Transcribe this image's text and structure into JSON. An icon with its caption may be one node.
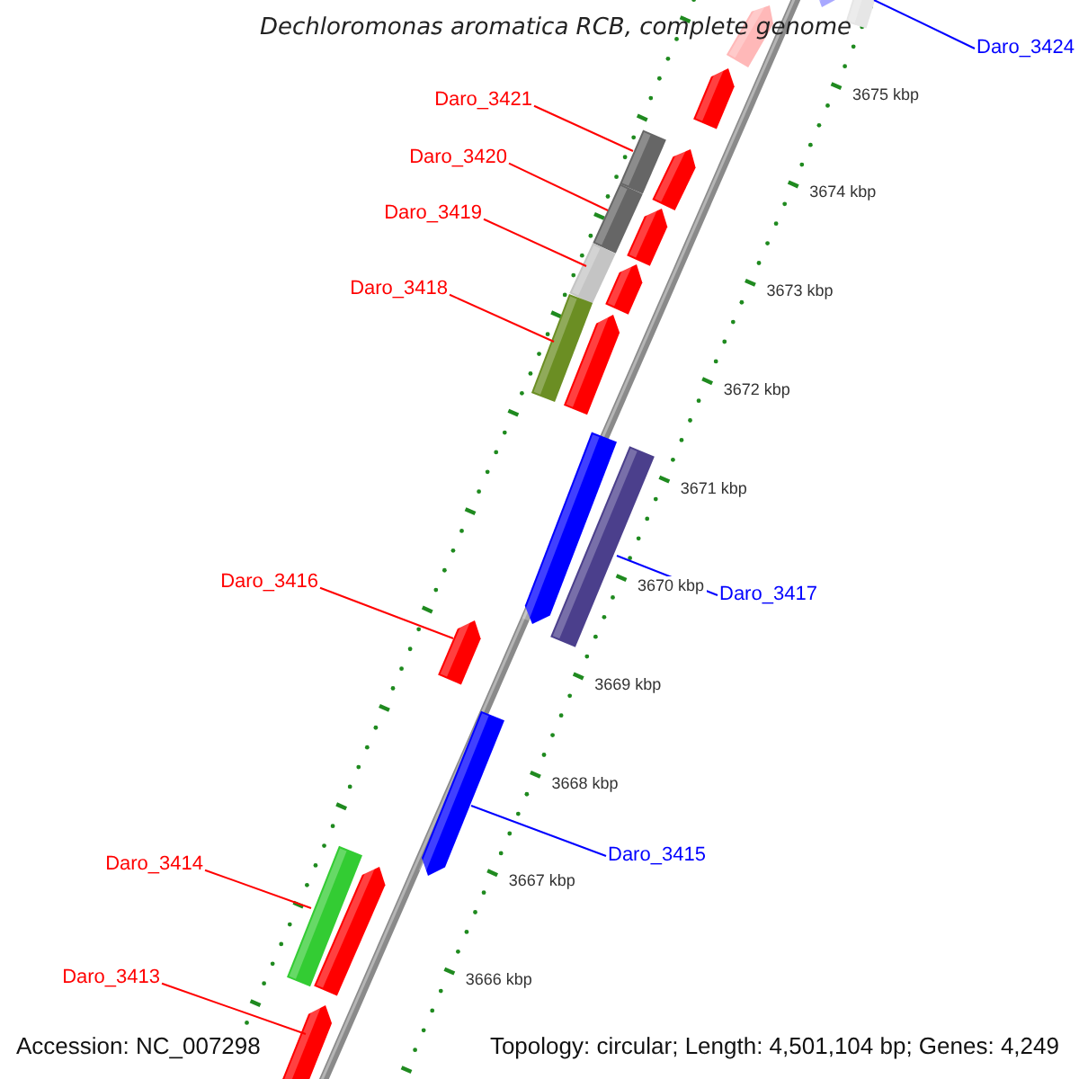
{
  "diagram": {
    "title": "Dechloromonas aromatica RCB, complete genome",
    "nodes": [
      {
        "text": [
          "Daro_3424"
        ]
      },
      {
        "text": [
          "Daro_3421"
        ]
      },
      {
        "text": [
          "Daro_3420"
        ]
      },
      {
        "text": [
          "Daro_3419"
        ]
      },
      {
        "text": [
          "Daro_3418"
        ]
      },
      {
        "text": [
          "Daro_3417"
        ]
      },
      {
        "text": [
          "Daro_3416"
        ]
      },
      {
        "text": [
          "Daro_3415"
        ]
      },
      {
        "text": [
          "Daro_3414"
        ]
      },
      {
        "text": [
          "Daro_3413"
        ]
      },
      {
        "text": [],
        "shape": "arrow"
      },
      {
        "text": [],
        "shape": "arrow"
      },
      {
        "text": [],
        "shape": "bar"
      },
      {
        "text": [],
        "shape": "arrow"
      },
      {
        "text": [],
        "shape": "bar"
      },
      {
        "text": [],
        "shape": "bar"
      },
      {
        "text": [],
        "shape": "bar"
      },
      {
        "text": [],
        "shape": "bar"
      },
      {
        "text": [],
        "shape": "arrow"
      },
      {
        "text": [],
        "shape": "arrow"
      },
      {
        "text": [],
        "shape": "arrow"
      },
      {
        "text": [],
        "shape": "arrow"
      },
      {
        "text": [],
        "shape": "arrow"
      },
      {
        "text": [],
        "shape": "bar"
      },
      {
        "text": [],
        "shape": "arrow"
      },
      {
        "text": [],
        "shape": "arrow"
      },
      {
        "text": [],
        "shape": "bar"
      },
      {
        "text": [],
        "shape": "arrow"
      },
      {
        "text": [],
        "shape": "arrow"
      }
    ],
    "edges": [
      {
        "from": 0,
        "to": 12,
        "arrow": "none",
        "color": "#0000ff"
      },
      {
        "from": 1,
        "to": 14,
        "arrow": "none"
      },
      {
        "from": 2,
        "to": 15,
        "arrow": "none"
      },
      {
        "from": 3,
        "to": 16,
        "arrow": "none"
      },
      {
        "from": 4,
        "to": 17,
        "arrow": "none"
      },
      {
        "from": 5,
        "to": 23,
        "arrow": "none",
        "color": "#0000ff"
      },
      {
        "from": 6,
        "to": 24,
        "arrow": "none"
      },
      {
        "from": 7,
        "to": 25,
        "arrow": "none",
        "color": "#0000ff"
      },
      {
        "from": 8,
        "to": 26,
        "arrow": "none"
      },
      {
        "from": 9,
        "to": 28,
        "arrow": "none"
      }
    ],
    "labels": [
      "3675 kbp",
      "3674 kbp",
      "3673 kbp",
      "3672 kbp",
      "3671 kbp",
      "3670 kbp",
      "3669 kbp",
      "3668 kbp",
      "3667 kbp",
      "3666 kbp",
      "Accession: NC_007298",
      "Topology: circular; Length: 4,501,104 bp; Genes: 4,249"
    ]
  }
}
